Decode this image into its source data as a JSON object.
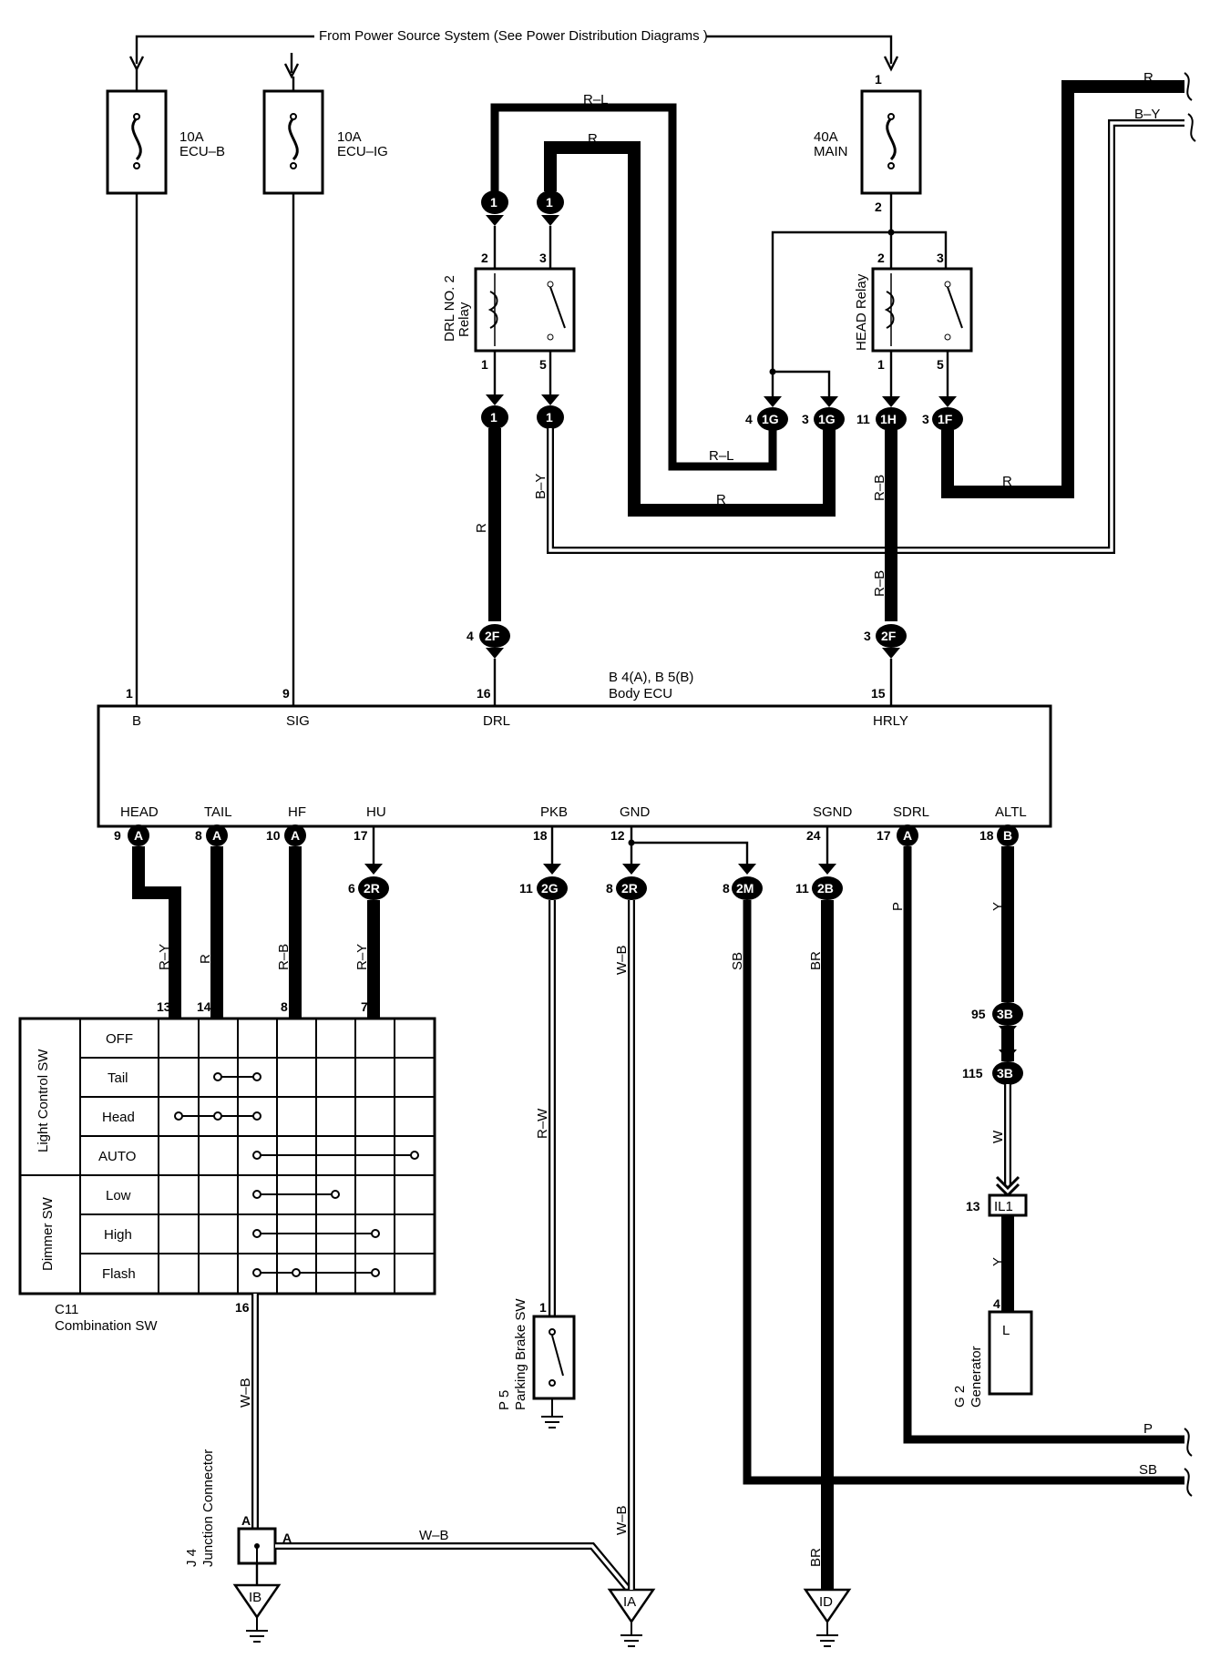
{
  "header": {
    "power_source": "From Power Source System (See Power Distribution Diagrams )"
  },
  "fuses": [
    {
      "amp": "10A",
      "name": "ECU–B"
    },
    {
      "amp": "10A",
      "name": "ECU–IG"
    },
    {
      "amp": "40A",
      "name": "MAIN",
      "pin_in": "1",
      "pin_out": "2"
    }
  ],
  "relays": {
    "drl": {
      "name": "DRL NO. 2",
      "sub": "Relay",
      "pins": [
        "2",
        "3",
        "1",
        "5"
      ]
    },
    "head": {
      "name": "HEAD Relay",
      "pins": [
        "2",
        "3",
        "1",
        "5"
      ]
    }
  },
  "connectors": {
    "c1a": "1",
    "c1b": "1",
    "c1c": "1",
    "c1d": "1",
    "c1g_a": "1G",
    "c1g_b": "1G",
    "c1h": "1H",
    "c1f": "1F",
    "c1g_a_pin": "4",
    "c1g_b_pin": "3",
    "c1h_pin": "11",
    "c1f_pin": "3",
    "c2f_a": "2F",
    "c2f_b": "2F",
    "c2f_a_pin": "4",
    "c2f_b_pin": "3",
    "ca": "A",
    "cb": "B",
    "c2r_a": "2R",
    "c2r_b": "2R",
    "c2g": "2G",
    "c2m": "2M",
    "c2b": "2B",
    "c2r_a_pin": "6",
    "c2g_pin": "11",
    "c2r_b_pin": "8",
    "c2m_pin": "8",
    "c2b_pin": "11",
    "c3b_a": "3B",
    "c3b_b": "3B",
    "c3b_a_pin": "95",
    "c3b_b_pin": "115",
    "il1": "IL1",
    "il1_pin": "13",
    "ground_ib": "IB",
    "ground_ia": "IA",
    "ground_id": "ID"
  },
  "wire_colors": {
    "rl": "R–L",
    "r": "R",
    "by": "B–Y",
    "rb": "R–B",
    "ry": "R–Y",
    "wb": "W–B",
    "rw": "R–W",
    "sb": "SB",
    "br": "BR",
    "p": "P",
    "y": "Y",
    "w": "W"
  },
  "ecu": {
    "ref": "B 4(A), B 5(B)",
    "name": "Body ECU",
    "top_pins": [
      {
        "num": "1",
        "label": "B"
      },
      {
        "num": "9",
        "label": "SIG"
      },
      {
        "num": "16",
        "label": "DRL"
      },
      {
        "num": "15",
        "label": "HRLY"
      }
    ],
    "bottom_pins": [
      {
        "num": "9",
        "label": "HEAD"
      },
      {
        "num": "8",
        "label": "TAIL"
      },
      {
        "num": "10",
        "label": "HF"
      },
      {
        "num": "17",
        "label": "HU"
      },
      {
        "num": "18",
        "label": "PKB"
      },
      {
        "num": "12",
        "label": "GND"
      },
      {
        "num": "24",
        "label": "SGND"
      },
      {
        "num": "17",
        "label": "SDRL"
      },
      {
        "num": "18",
        "label": "ALTL"
      }
    ]
  },
  "combination_sw": {
    "ref": "C11",
    "name": "Combination SW",
    "pins": [
      "13",
      "14",
      "8",
      "7"
    ],
    "bottom_pin": "16",
    "group_light": "Light Control SW",
    "group_dimmer": "Dimmer SW",
    "rows": [
      "OFF",
      "Tail",
      "Head",
      "AUTO",
      "Low",
      "High",
      "Flash"
    ]
  },
  "parking_brake_sw": {
    "ref": "P 5",
    "name": "Parking Brake SW",
    "pin": "1"
  },
  "junction_connector": {
    "ref": "J 4",
    "name": "Junction Connector",
    "pin_a": "A",
    "pin_b": "A"
  },
  "generator": {
    "ref": "G 2",
    "name": "Generator",
    "terminal": "L",
    "pin": "4"
  },
  "right_wires": [
    "R",
    "B–Y",
    "P",
    "SB"
  ]
}
